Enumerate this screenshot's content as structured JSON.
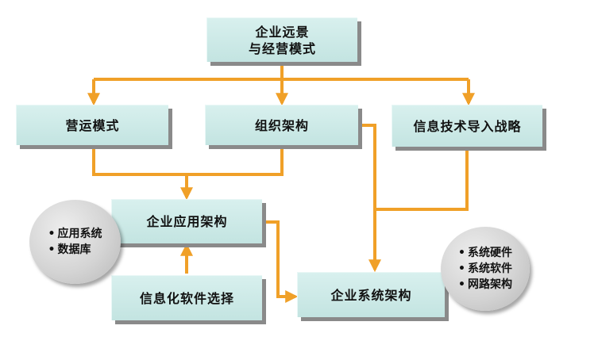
{
  "boxes": {
    "vision": {
      "line1": "企业远景",
      "line2": "与经营模式"
    },
    "operating_model": "营运模式",
    "org_structure": "组织架构",
    "it_strategy": "信息技术导入战略",
    "app_architecture": "企业应用架构",
    "software_selection": "信息化软件选择",
    "system_architecture": "企业系统架构"
  },
  "circles": {
    "app_items": [
      "应用系统",
      "数据库"
    ],
    "system_items": [
      "系统硬件",
      "系统软件",
      "网路架构"
    ]
  },
  "colors": {
    "connector": "#f0a028",
    "box_fill": "#c8e6e4",
    "box_shadow": "#8a8a8a",
    "circle_fill": "#d0d0d0"
  }
}
